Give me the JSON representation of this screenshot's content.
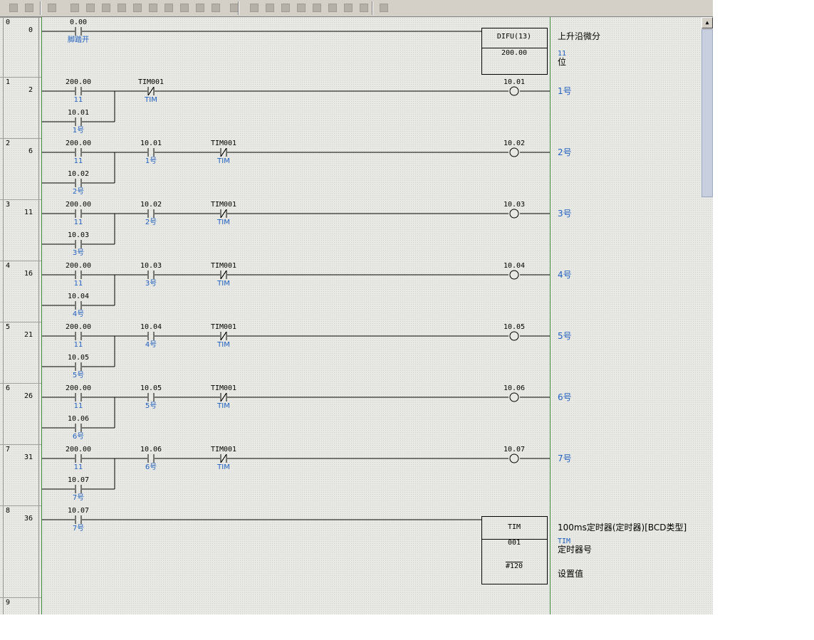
{
  "toolbar": {
    "buttons": [
      "new-icon",
      "open-icon",
      "save-icon",
      "cut-icon",
      "copy-icon",
      "paste-icon",
      "play-icon",
      "stop-icon",
      "pause-icon",
      "step-icon",
      "step-in-icon",
      "step-out-icon",
      "fast-forward-icon",
      "end-icon",
      "contact-no-icon",
      "contact-nc-icon",
      "coil-icon",
      "coil-nc-icon",
      "instruction-icon",
      "line-icon",
      "line-v-icon",
      "line-h-icon",
      "undo-icon"
    ]
  },
  "rungs": [
    {
      "rung": "0",
      "step": "0",
      "contacts": [
        {
          "address": "0.00",
          "comment": "脚踏开",
          "type": "NO"
        }
      ],
      "instruction": {
        "name": "DIFU(13)",
        "operand": "200.00"
      },
      "output_comment": {
        "title": "上升沿微分",
        "label": "11",
        "desc": "位"
      }
    },
    {
      "rung": "1",
      "step": "2",
      "contacts": [
        {
          "address": "200.00",
          "comment": "11",
          "type": "NO"
        },
        {
          "address": "TIM001",
          "comment": "TIM",
          "type": "NC"
        }
      ],
      "branch": {
        "address": "10.01",
        "comment": "1号"
      },
      "coil": {
        "address": "10.01",
        "comment": "1号"
      }
    },
    {
      "rung": "2",
      "step": "6",
      "contacts": [
        {
          "address": "200.00",
          "comment": "11",
          "type": "NO"
        },
        {
          "address": "10.01",
          "comment": "1号",
          "type": "NO"
        },
        {
          "address": "TIM001",
          "comment": "TIM",
          "type": "NC"
        }
      ],
      "branch": {
        "address": "10.02",
        "comment": "2号"
      },
      "coil": {
        "address": "10.02",
        "comment": "2号"
      }
    },
    {
      "rung": "3",
      "step": "11",
      "contacts": [
        {
          "address": "200.00",
          "comment": "11",
          "type": "NO"
        },
        {
          "address": "10.02",
          "comment": "2号",
          "type": "NO"
        },
        {
          "address": "TIM001",
          "comment": "TIM",
          "type": "NC"
        }
      ],
      "branch": {
        "address": "10.03",
        "comment": "3号"
      },
      "coil": {
        "address": "10.03",
        "comment": "3号"
      }
    },
    {
      "rung": "4",
      "step": "16",
      "contacts": [
        {
          "address": "200.00",
          "comment": "11",
          "type": "NO"
        },
        {
          "address": "10.03",
          "comment": "3号",
          "type": "NO"
        },
        {
          "address": "TIM001",
          "comment": "TIM",
          "type": "NC"
        }
      ],
      "branch": {
        "address": "10.04",
        "comment": "4号"
      },
      "coil": {
        "address": "10.04",
        "comment": "4号"
      }
    },
    {
      "rung": "5",
      "step": "21",
      "contacts": [
        {
          "address": "200.00",
          "comment": "11",
          "type": "NO"
        },
        {
          "address": "10.04",
          "comment": "4号",
          "type": "NO"
        },
        {
          "address": "TIM001",
          "comment": "TIM",
          "type": "NC"
        }
      ],
      "branch": {
        "address": "10.05",
        "comment": "5号"
      },
      "coil": {
        "address": "10.05",
        "comment": "5号"
      }
    },
    {
      "rung": "6",
      "step": "26",
      "contacts": [
        {
          "address": "200.00",
          "comment": "11",
          "type": "NO"
        },
        {
          "address": "10.05",
          "comment": "5号",
          "type": "NO"
        },
        {
          "address": "TIM001",
          "comment": "TIM",
          "type": "NC"
        }
      ],
      "branch": {
        "address": "10.06",
        "comment": "6号"
      },
      "coil": {
        "address": "10.06",
        "comment": "6号"
      }
    },
    {
      "rung": "7",
      "step": "31",
      "contacts": [
        {
          "address": "200.00",
          "comment": "11",
          "type": "NO"
        },
        {
          "address": "10.06",
          "comment": "6号",
          "type": "NO"
        },
        {
          "address": "TIM001",
          "comment": "TIM",
          "type": "NC"
        }
      ],
      "branch": {
        "address": "10.07",
        "comment": "7号"
      },
      "coil": {
        "address": "10.07",
        "comment": "7号"
      }
    },
    {
      "rung": "8",
      "step": "36",
      "contacts": [
        {
          "address": "10.07",
          "comment": "7号",
          "type": "NO"
        }
      ],
      "timer": {
        "name": "TIM",
        "number": "001",
        "setting": "#120"
      },
      "output_comment": {
        "title": "100ms定时器(定时器)[BCD类型]",
        "label": "TIM",
        "desc": "定时器号",
        "desc2": "设置值"
      }
    },
    {
      "rung": "9",
      "step": ""
    }
  ],
  "colors": {
    "comment": "#2060c0",
    "rail": "#3a8a3a",
    "grid_bg": "#e8e8e4"
  }
}
